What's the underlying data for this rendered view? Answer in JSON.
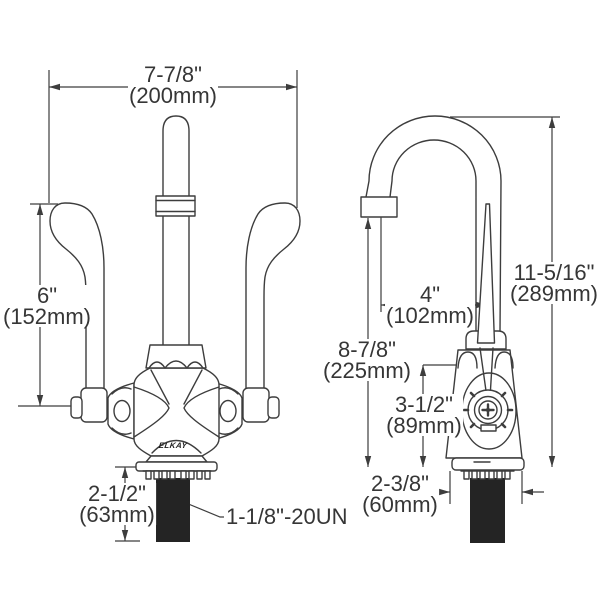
{
  "drawing": {
    "type": "technical dimension diagram",
    "subject": "two-handle gooseneck faucet, front and side elevation views",
    "brand_logo": "ELKAY"
  },
  "dimensions": {
    "overall_width": {
      "in": "7-7/8\"",
      "mm": "(200mm)"
    },
    "handle_height": {
      "in": "6\"",
      "mm": "(152mm)"
    },
    "shank_length": {
      "in": "2-1/2\"",
      "mm": "(63mm)"
    },
    "thread_spec": {
      "label": "1-1/8\"-20UN"
    },
    "spout_reach": {
      "in": "4\"",
      "mm": "(102mm)"
    },
    "spout_height": {
      "in": "8-7/8\"",
      "mm": "(225mm)"
    },
    "body_height": {
      "in": "3-1/2\"",
      "mm": "(89mm)"
    },
    "base_width": {
      "in": "2-3/8\"",
      "mm": "(60mm)"
    },
    "overall_height": {
      "in": "11-5/16\"",
      "mm": "(289mm)"
    }
  },
  "colors": {
    "line": "#3d3d3d",
    "text": "#363636",
    "shank_fill": "#242424",
    "background": "#ffffff"
  }
}
